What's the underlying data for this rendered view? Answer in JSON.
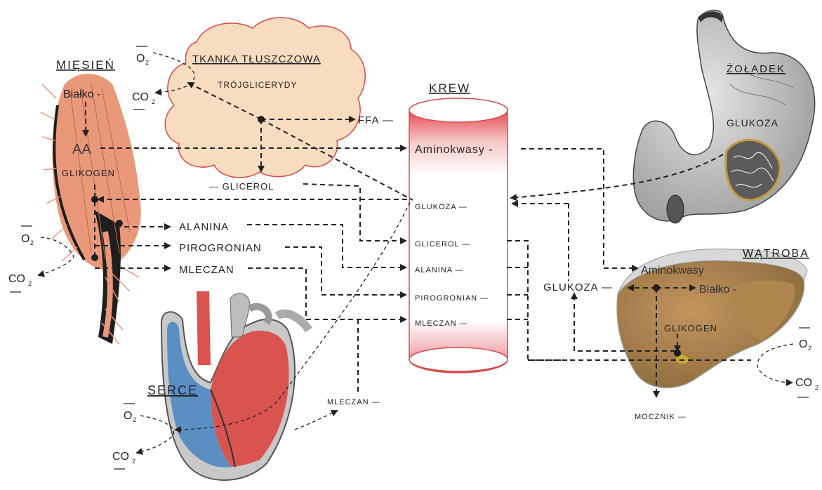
{
  "organs": {
    "muscle": "MIĘSIEŃ",
    "fat": "TKANKA TŁUSZCZOWA",
    "blood": "KREW",
    "stomach": "ŻOŁĄDEK",
    "liver": "WĄTROBA",
    "heart": "SERCE"
  },
  "gases": {
    "o2": "O",
    "co2": "CO",
    "sub2": "2"
  },
  "muscle": {
    "protein": "Białko -",
    "aa": "AA",
    "glycogen": "GLIKOGEN",
    "alanine": "ALANINA",
    "pyruvate": "PIROGRONIAN",
    "lactate": "MLECZAN"
  },
  "fat": {
    "triglycerides": "TRÓJGLICERYDY",
    "ffa": "FFA —",
    "glycerol": "— GLICEROL"
  },
  "blood": {
    "amino": "Aminokwasy -",
    "items": [
      "GLUKOZA —",
      "GLICEROL —",
      "ALANINA —",
      "PIROGRONIAN —",
      "MLECZAN —"
    ]
  },
  "stomach": {
    "glucose": "GLUKOZA"
  },
  "liver": {
    "amino": "Aminokwasy",
    "protein": "Białko -",
    "glycogen": "GLIKOGEN",
    "glucose": "GLUKOZA —",
    "urea": "MOCZNIK —"
  },
  "heart": {
    "lactate": "MLECZAN —"
  },
  "colors": {
    "muscle": "#e9987a",
    "fat_fill": "#f8dcc0",
    "fat_stroke": "#d64b4b",
    "blood_red": "#e5484f",
    "stomach": "#b5b5b5",
    "liver": "#a8814c",
    "heart_red": "#d9534f",
    "heart_blue": "#5b8fc4"
  }
}
